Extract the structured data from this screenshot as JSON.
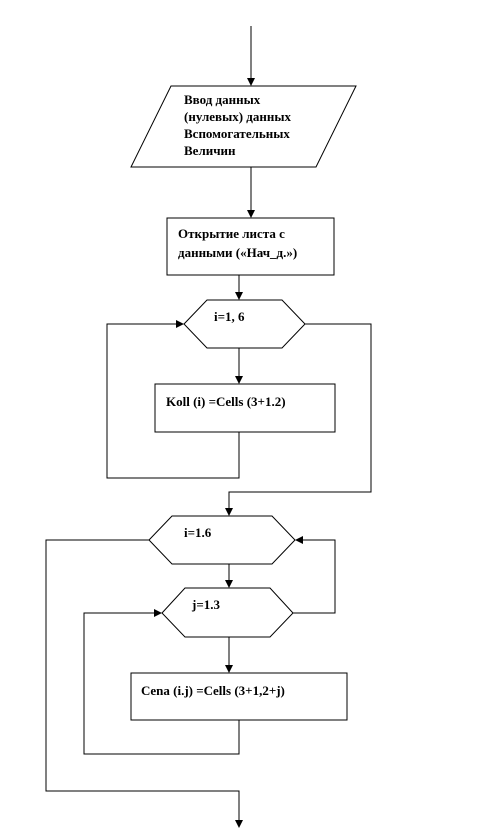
{
  "flowchart": {
    "input_block": {
      "lines": [
        "Ввод данных",
        "(нулевых) данных",
        "Вспомогательных",
        "Величин"
      ]
    },
    "open_sheet_block": {
      "lines": [
        "Открытие листа с",
        "данными («Нач_д.»)"
      ]
    },
    "loop1_header": "i=1, 6",
    "loop1_body": "Koll (i)  =Cells  (3+1.2)",
    "loop2_header": "i=1.6",
    "loop3_header": "j=1.3",
    "loop3_body": "Cena (i.j)  =Cells  (3+1,2+j)"
  }
}
